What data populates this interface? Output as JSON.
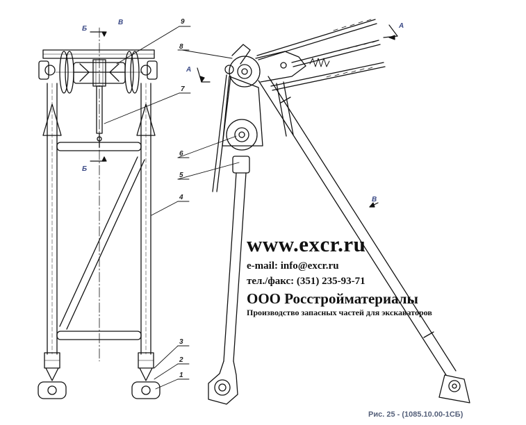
{
  "watermark": {
    "site": "www.excr.ru",
    "email": "e-mail: info@excr.ru",
    "phone": "тел./факс: (351) 235-93-71",
    "company": "ООО Росстройматериалы",
    "tagline": "Производство запасных частей для экскаваторов"
  },
  "caption": "Рис. 25 - (1085.10.00-1СБ)",
  "section_labels": {
    "b_top": "Б",
    "b_bottom": "Б",
    "v_top": "В",
    "v_right": "В",
    "a_left": "А",
    "a_right": "А"
  },
  "part_numbers": {
    "p1": "1",
    "p2": "2",
    "p3": "3",
    "p4": "4",
    "p5": "5",
    "p6": "6",
    "p7": "7",
    "p8": "8",
    "p9": "9"
  }
}
